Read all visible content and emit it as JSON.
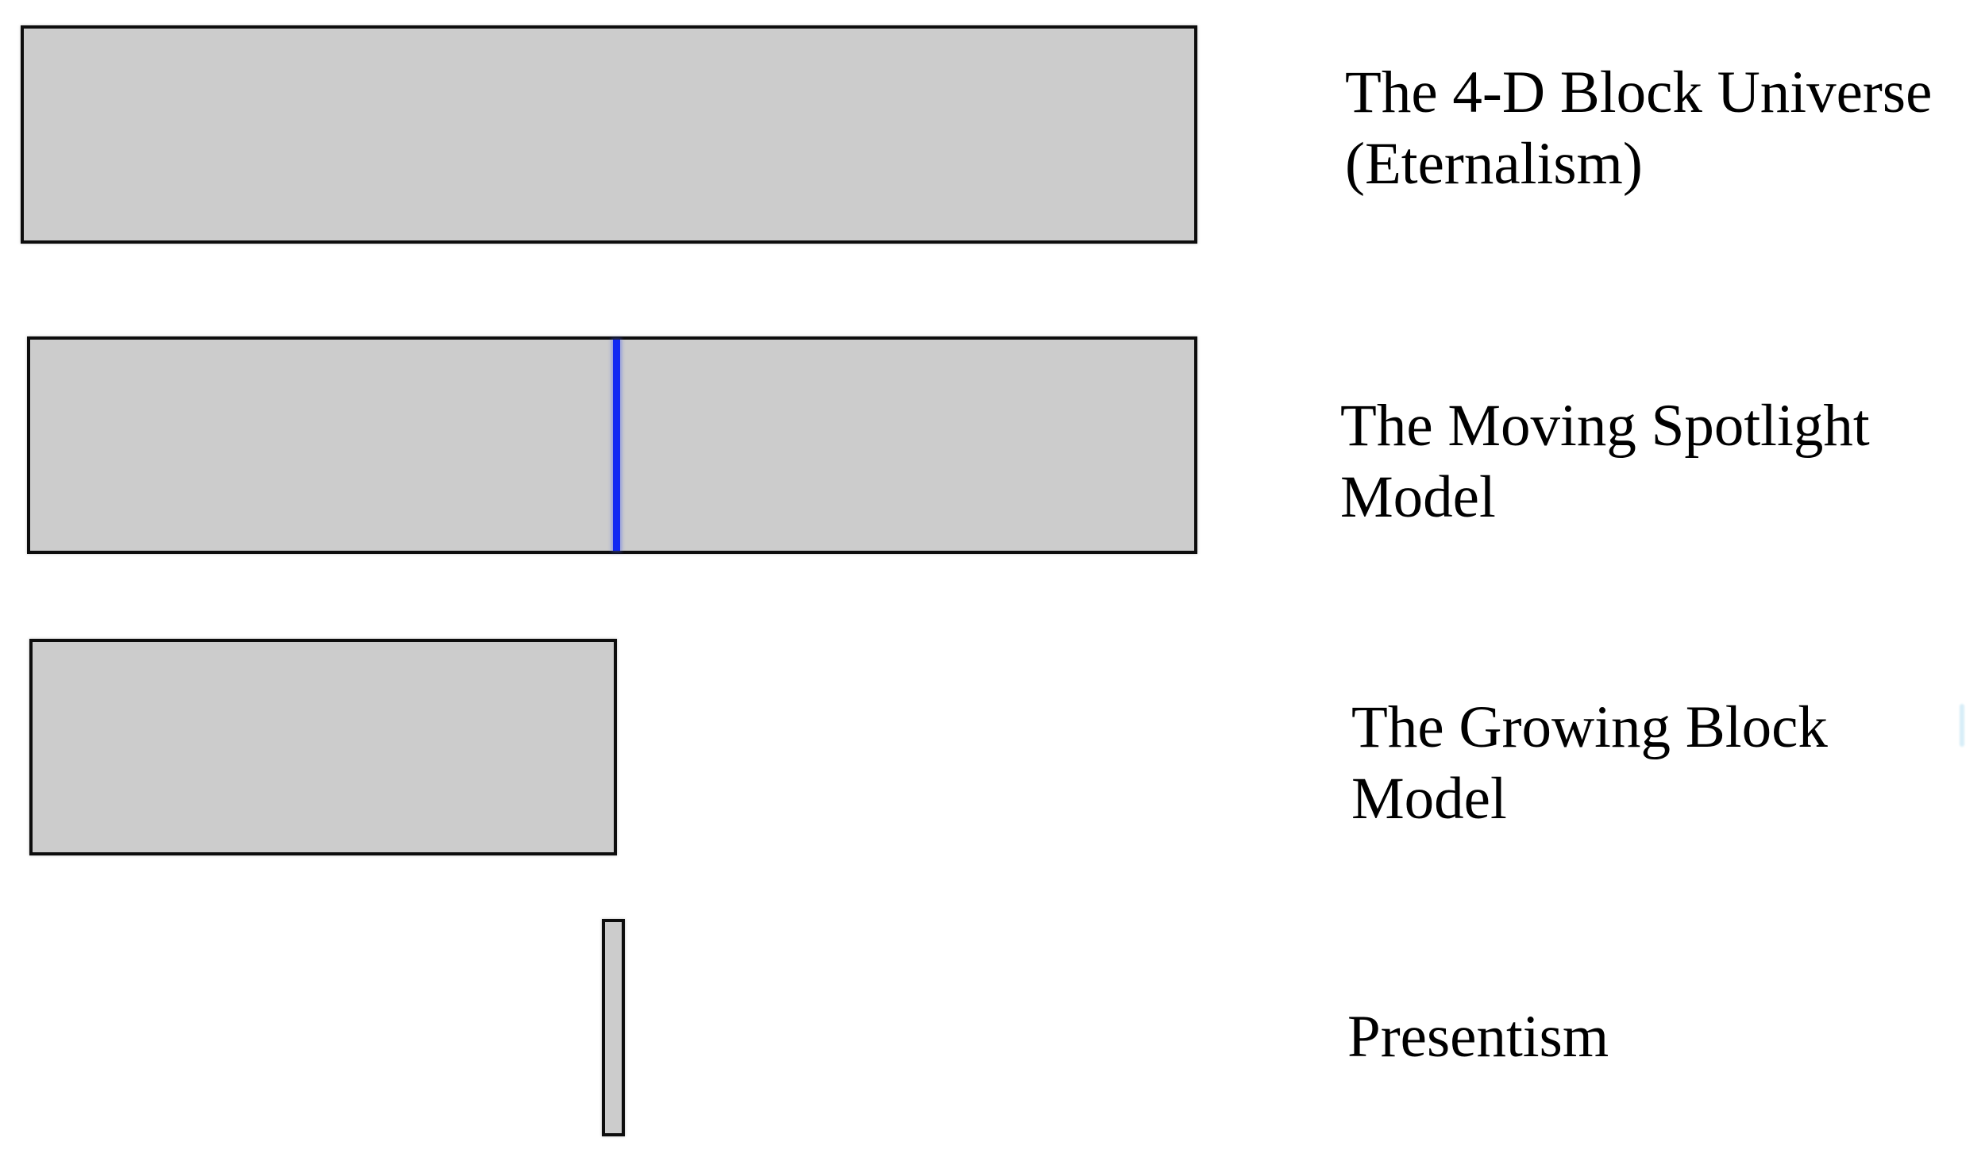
{
  "page": {
    "background": "#ffffff",
    "description": "Diagram comparing four philosophical models of time as gray spacetime blocks"
  },
  "colors": {
    "block_fill": "#cccccc",
    "block_border": "#0d0d0d",
    "present_moment_line": "#1128f2",
    "edge_artifact": "#d8eef8",
    "label_text": "#000000"
  },
  "diagram": {
    "rows": [
      {
        "id": "eternalism",
        "label": "The 4-D Block Universe (Eternalism)",
        "bar_fraction": 1.0,
        "has_present_marker": false
      },
      {
        "id": "moving-spotlight",
        "label": "The Moving Spotlight Model",
        "bar_fraction": 1.0,
        "has_present_marker": true
      },
      {
        "id": "growing-block",
        "label": "The Growing Block Model",
        "bar_fraction": 0.5,
        "has_present_marker": false
      },
      {
        "id": "presentism",
        "label": "Presentism",
        "bar_fraction": 0.02,
        "has_present_marker": false
      }
    ]
  }
}
